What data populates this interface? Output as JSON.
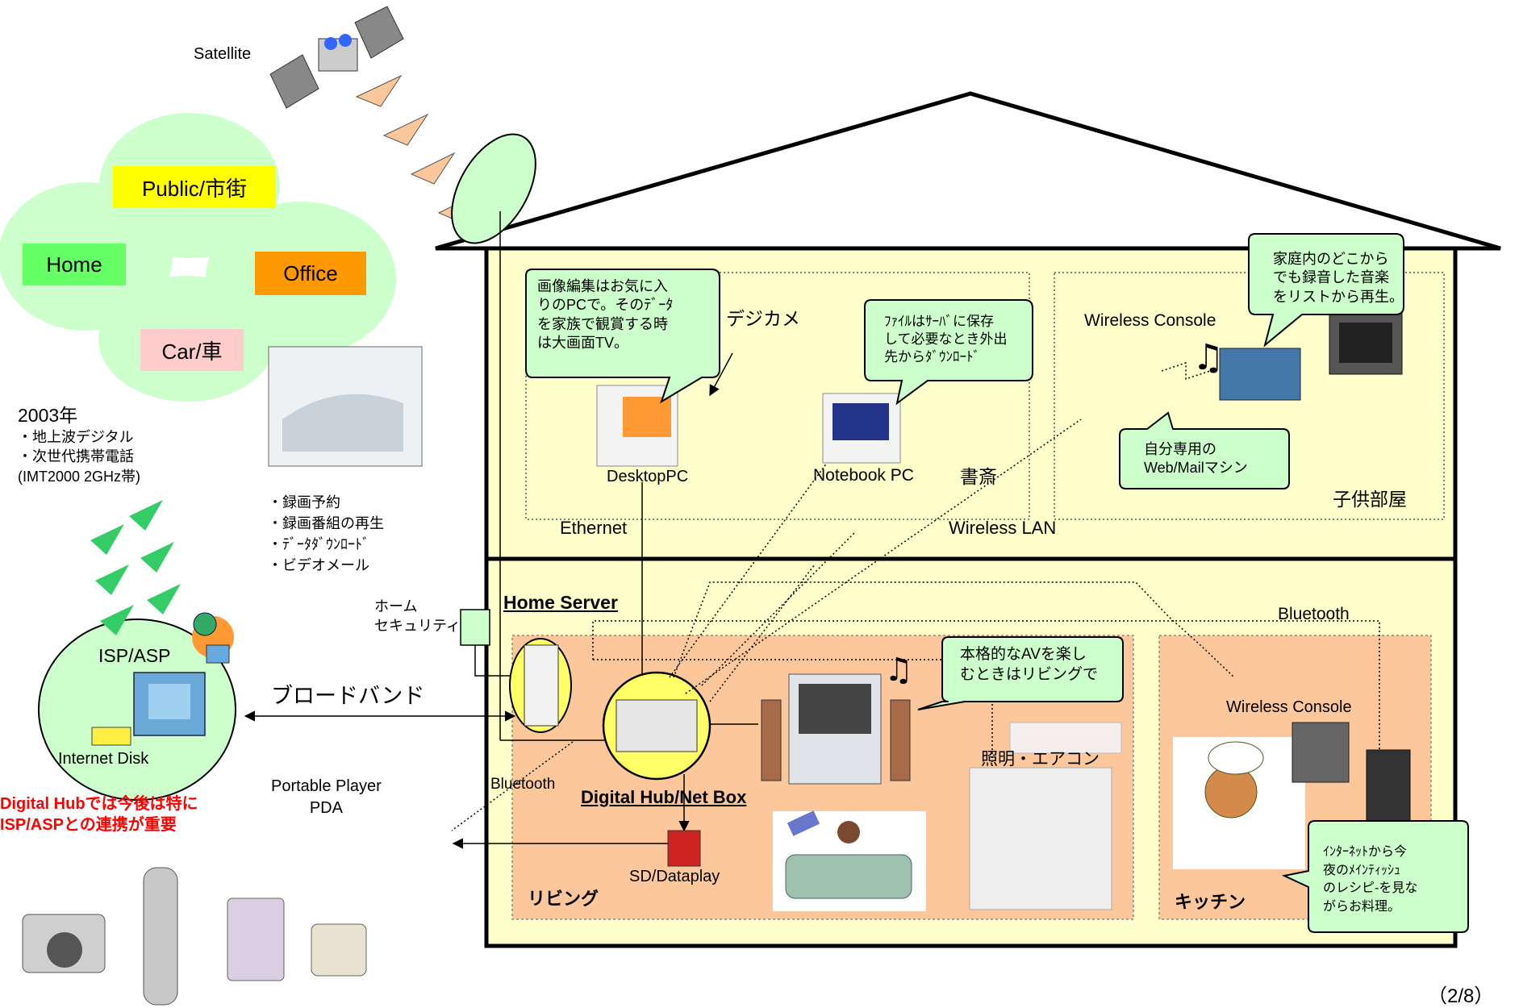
{
  "colors": {
    "house_fill": "#ffffcc",
    "room_fill": "#fcc89b",
    "bubble_fill": "#ccffcc",
    "triangle_fill": "#fcc89b",
    "triangle_green": "#33cc66",
    "public_box": "#ffff00",
    "home_box": "#66ff66",
    "office_box": "#ff9900",
    "car_box": "#ffcccc",
    "highlight": "#ffff66",
    "red_note": "#ff0000"
  },
  "sky": {
    "satellite_label": "Satellite"
  },
  "location_bubbles": {
    "public": "Public/市街",
    "home": "Home",
    "office": "Office",
    "car": "Car/車"
  },
  "timeline": {
    "year": "2003年",
    "items": "・地上波デジタル\n・次世代携帯電話\n  (IMT2000 2GHz帯)"
  },
  "services": {
    "items": "・録画予約\n・録画番組の再生\n・ﾃﾞｰﾀﾀﾞｳﾝﾛｰﾄﾞ\n・ビデオメール"
  },
  "isp": {
    "label": "ISP/ASP",
    "disk_label": "Internet Disk"
  },
  "note_red": "Digital Hubでは今後は特に\nISP/ASPとの連携が重要",
  "broadband_label": "ブロードバンド",
  "portable_label": "Portable Player\nPDA",
  "security_label": "ホーム\nセキュリティ",
  "upper_floor": {
    "callout_photo": "画像編集はお気に入\nりのPCで。そのﾃﾞｰﾀ\nを家族で観賞する時\nは大画面TV。",
    "digicam_label": "デジカメ",
    "callout_file": "ﾌｧｲﾙはｻｰﾊﾞに保存\nして必要なとき外出\n先からﾀﾞｳﾝﾛｰﾄﾞ",
    "desktop_label": "DesktopPC",
    "notebook_label": "Notebook PC",
    "study_label": "書斎",
    "ethernet_label": "Ethernet",
    "wireless_lan_label": "Wireless LAN",
    "callout_music": "家庭内のどこから\nでも録音した音楽\nをリストから再生。",
    "wireless_console_label": "Wireless Console",
    "callout_web": "自分専用の\nWeb/Mailマシン",
    "kids_room_label": "子供部屋"
  },
  "lower_floor": {
    "home_server_label": "Home Server",
    "bluetooth_top_label": "Bluetooth",
    "callout_av": "本格的なAVを楽し\nむときはリビングで",
    "wireless_console_label": "Wireless Console",
    "lighting_label": "照明・エアコン",
    "bluetooth_left_label": "Bluetooth",
    "hub_label": "Digital Hub/Net Box",
    "sd_label": "SD/Dataplay",
    "living_label": "リビング",
    "kitchen_label": "キッチン",
    "callout_recipe": "ｲﾝﾀｰﾈｯﾄから今\n夜のﾒｲﾝﾃｨｯｼｭ\nのレシピ-を見な\nがらお料理。"
  },
  "page_number": "（2/8）"
}
